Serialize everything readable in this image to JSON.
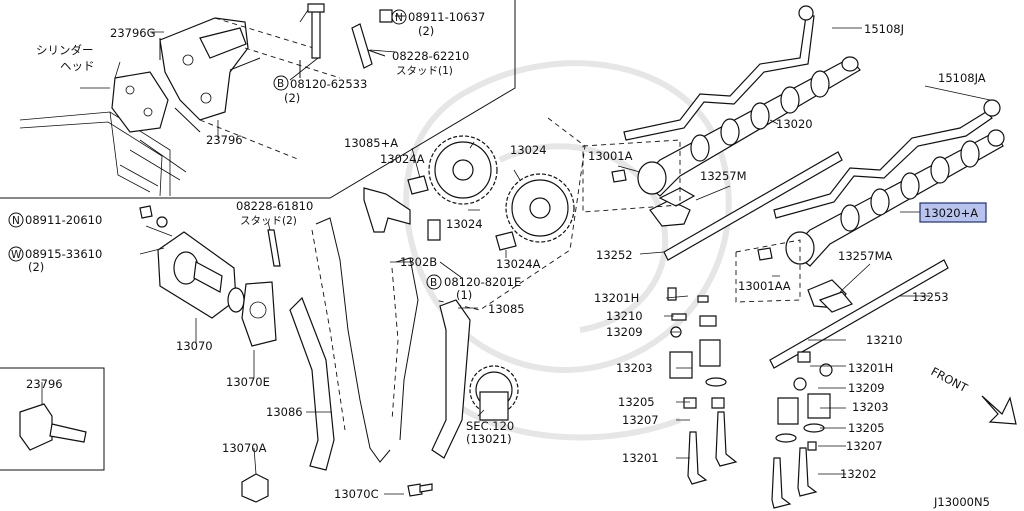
{
  "labels": {
    "l_23796G": "23796G",
    "l_cyl_a": "シリンダー",
    "l_cyl_b": "ヘッド",
    "l_n08911_10637": "08911-10637",
    "l_n08911_10637_q": "(2)",
    "l_08228_62210": "08228-62210",
    "l_stud1": "スタッド(1)",
    "l_b08120_62533": "08120-62533",
    "l_b08120_62533_q": "(2)",
    "l_23796_top": "23796",
    "l_15108J": "15108J",
    "l_15108JA": "15108JA",
    "l_13020": "13020",
    "l_13020A": "13020+A",
    "l_13001A": "13001A",
    "l_13001AA": "13001AA",
    "l_13257M": "13257M",
    "l_13257MA": "13257MA",
    "l_13085A": "13085+A",
    "l_13024A_1": "13024A",
    "l_13024_1": "13024",
    "l_13024_2": "13024",
    "l_13024A_2": "13024A",
    "l_08228_61810": "08228-61810",
    "l_stud2": "スタッド(2)",
    "l_n08911_20610": "08911-20610",
    "l_w08915_33610": "08915-33610",
    "l_w08915_33610_q": "(2)",
    "l_1302B": "1302B",
    "l_b08120_8201E": "08120-8201E",
    "l_b08120_8201E_q": "(1)",
    "l_13085": "13085",
    "l_13252": "13252",
    "l_13253": "13253",
    "l_13201H_l": "13201H",
    "l_13210_l": "13210",
    "l_13209_l": "13209",
    "l_13203_l": "13203",
    "l_13205_l": "13205",
    "l_13207_l": "13207",
    "l_13201_l": "13201",
    "l_13210_r": "13210",
    "l_13201H_r": "13201H",
    "l_13209_r": "13209",
    "l_13203_r": "13203",
    "l_13205_r": "13205",
    "l_13207_r": "13207",
    "l_13202": "13202",
    "l_13070": "13070",
    "l_13070E": "13070E",
    "l_13086": "13086",
    "l_13070A": "13070A",
    "l_13070C": "13070C",
    "l_sec120_a": "SEC.120",
    "l_sec120_b": "(13021)",
    "l_23796_box": "23796",
    "l_front": "FRONT",
    "l_diagram_id": "J13000N5"
  },
  "circle_marks": {
    "N": "N",
    "B": "B",
    "W": "W"
  },
  "highlight_color": "#b9c4ee"
}
